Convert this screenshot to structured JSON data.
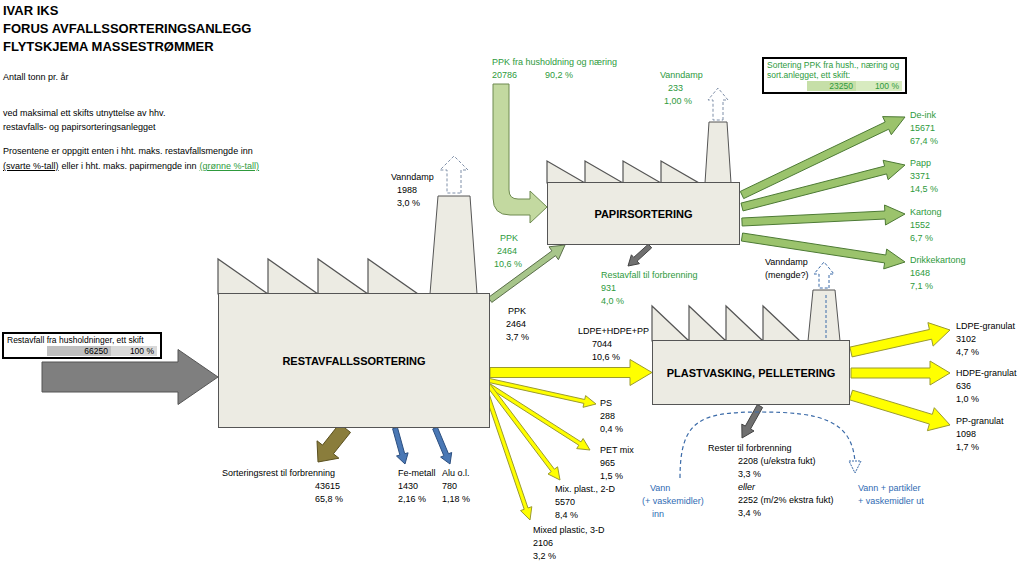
{
  "diagram": {
    "title": "IVAR IKS",
    "nodes": [
      {
        "text": [
          "Restavfall fra husholdninger, ett skift",
          "66250",
          "100 %"
        ]
      },
      {
        "text": [
          "RESTAVFALLSSORTERING"
        ]
      },
      {
        "text": [
          "PAPIRSORTERING"
        ]
      },
      {
        "text": [
          "PLASTVASKING, PELLETERING"
        ]
      },
      {
        "text": [
          "Sortering PPK fra hush., næring og sort.anlegget, ett skift:",
          "23250",
          "100 %"
        ]
      }
    ],
    "edges": [
      {
        "from": 1,
        "to": 2,
        "arrow": "to"
      },
      {
        "from": 1,
        "to": 3,
        "arrow": "to"
      }
    ],
    "labels": [
      "FORUS AVFALLSSORTERINGSANLEGG",
      "FLYTSKJEMA MASSESTRØMMER",
      "Antall tonn pr. år",
      "ved maksimal ett skifts utnyttelse av hhv.",
      "restavfalls- og papirsorteringsanlegget",
      "Prosentene er oppgitt enten i hht. maks. restavfallsmengde inn",
      "(svarte %-tall)",
      "eller i hht. maks. papirmengde inn",
      "(grønne %-tall)",
      "PPK fra husholdning og næring",
      "20786",
      "90,2 %",
      "Vanndamp",
      "233",
      "1,00 %",
      "Vanndamp",
      "1988",
      "3,0 %",
      "PPK",
      "2464",
      "10,6 %",
      "PPK",
      "2464",
      "3,7 %",
      "LDPE+HDPE+PP",
      "7044",
      "10,6 %",
      "PS",
      "288",
      "0,4 %",
      "PET mix",
      "965",
      "1,5 %",
      "Mix. plast., 2-D",
      "5570",
      "8,4 %",
      "Mixed plastic, 3-D",
      "2106",
      "3,2 %",
      "Sorteringsrest til forbrenning",
      "43615",
      "65,8 %",
      "Fe-metall",
      "1430",
      "2,16 %",
      "Alu o.l.",
      "780",
      "1,18 %",
      "Restavfall til forbrenning",
      "931",
      "4,0 %",
      "Vanndamp",
      "(mengde?)",
      "De-ink",
      "15671",
      "67,4 %",
      "Papp",
      "3371",
      "14,5 %",
      "Kartong",
      "1552",
      "6,7 %",
      "Drikkekartong",
      "1648",
      "7,1 %",
      "LDPE-granulat",
      "3102",
      "4,7 %",
      "HDPE-granulat",
      "636",
      "1,0 %",
      "PP-granulat",
      "1098",
      "1,7 %",
      "Rester til forbrenning",
      "2208 (u/ekstra fukt)",
      "3,3 %",
      "eller",
      "2252 (m/2% ekstra fukt)",
      "3,4 %",
      "Vann",
      "(+ vaskemidler)",
      "inn",
      "Vann + partikler",
      "+ vaskemidler ut"
    ]
  }
}
